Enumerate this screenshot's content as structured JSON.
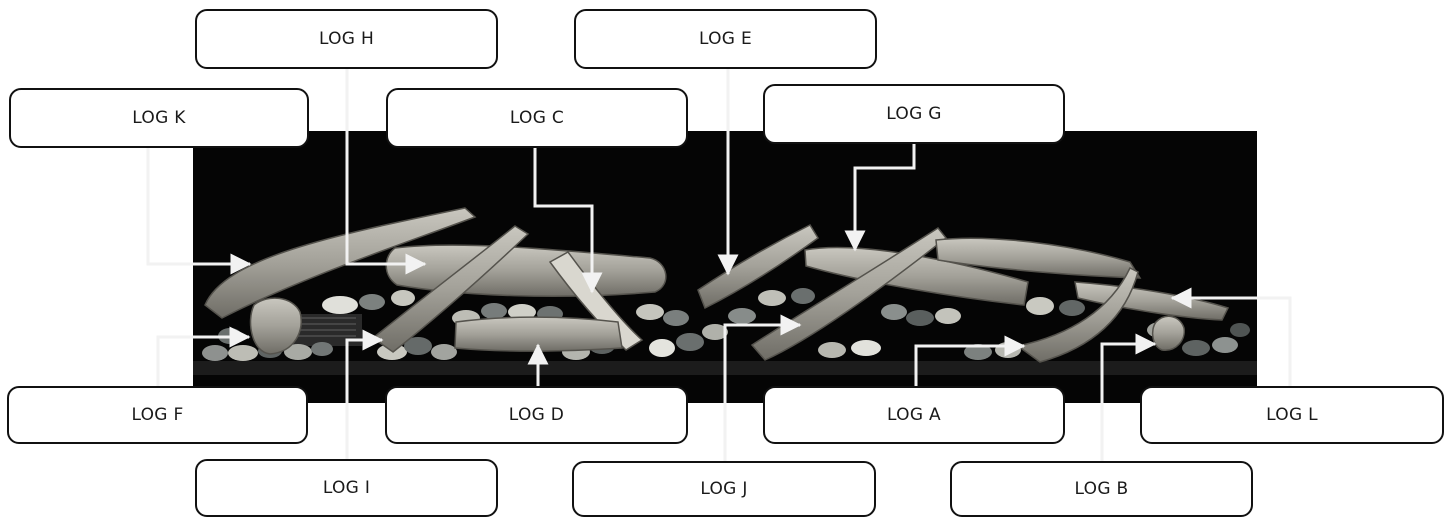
{
  "labels": {
    "log_h": "LOG H",
    "log_e": "LOG E",
    "log_k": "LOG K",
    "log_c": "LOG C",
    "log_g": "LOG G",
    "log_f": "LOG F",
    "log_d": "LOG D",
    "log_a": "LOG A",
    "log_l": "LOG L",
    "log_i": "LOG I",
    "log_j": "LOG J",
    "log_b": "LOG B"
  },
  "colors": {
    "firebox": "#050505",
    "log": "#a9a79f",
    "stone_light": "#bdbdb5",
    "stone_dark": "#6b6f6e",
    "leader_line": "#f2f2f2",
    "label_border": "#111111"
  }
}
